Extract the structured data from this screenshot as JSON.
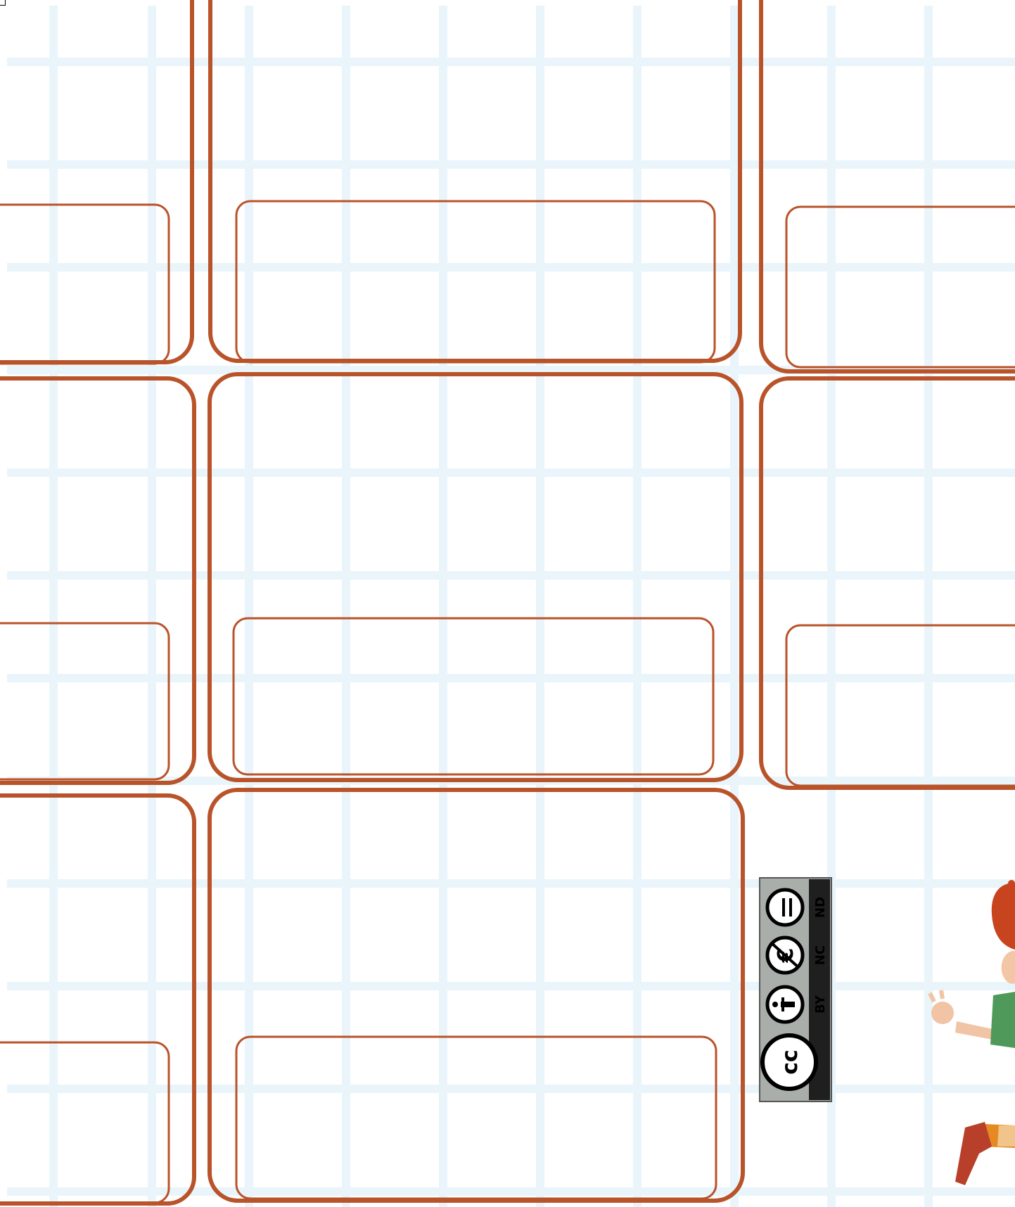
{
  "license_badge": {
    "labels": [
      "BY",
      "NC",
      "ND"
    ],
    "logo_text": "cc",
    "icons": [
      "cc-logo-icon",
      "attribution-person-icon",
      "non-commercial-euro-icon",
      "no-derivatives-equals-icon"
    ]
  },
  "worksheet": {
    "rows": 3,
    "columns": 3,
    "cell_type": "rounded-frame-with-inner-answer-box"
  },
  "illustration": {
    "subject": "running-child-illustration"
  },
  "colors": {
    "frame": "#b9532a",
    "grid": "#e9f5fa",
    "background": "#ffffff",
    "badge": "#a9aeab"
  }
}
